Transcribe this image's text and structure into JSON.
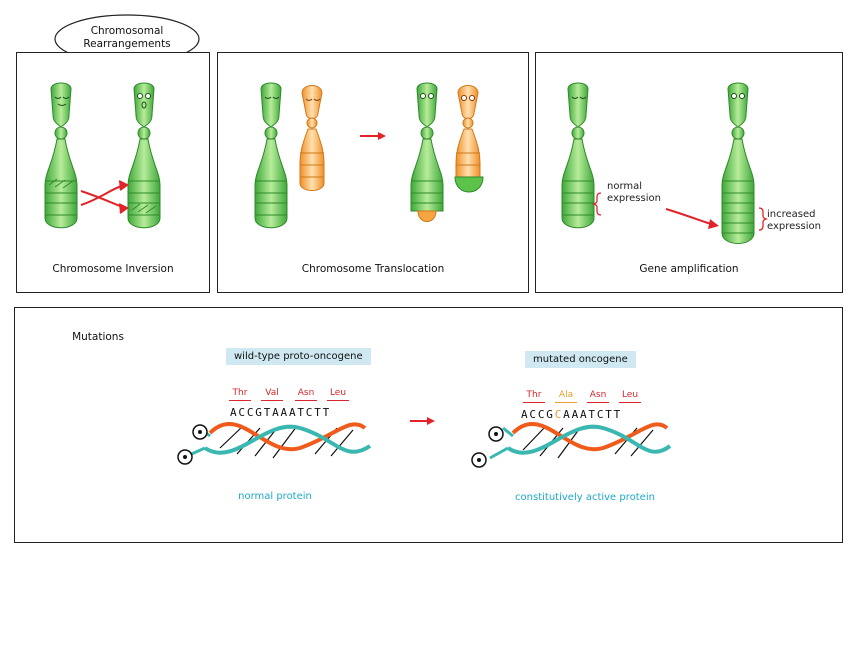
{
  "bubbles": {
    "rearrangements": "Chromosomal\nRearrangements",
    "mutations": "Mutations"
  },
  "panels": {
    "inversion": {
      "caption": "Chromosome Inversion"
    },
    "translocation": {
      "caption": "Chromosome Translocation"
    },
    "amplification": {
      "caption": "Gene amplification",
      "normal_label": "normal\nexpression",
      "increased_label": "increased\nexpression"
    }
  },
  "mutations": {
    "wild_type": {
      "title": "wild-type proto-oncogene",
      "codons": [
        "Thr",
        "Val",
        "Asn",
        "Leu"
      ],
      "sequence": "ACCGTAAATCTT",
      "protein": "normal protein"
    },
    "mutated": {
      "title": "mutated oncogene",
      "codons": [
        "Thr",
        "Ala",
        "Asn",
        "Leu"
      ],
      "sequence_before": "ACCG",
      "sequence_mut": "C",
      "sequence_after": "AAATCTT",
      "protein": "constitutively active protein"
    }
  },
  "colors": {
    "chromosome_green": "#5cc24a",
    "chromosome_orange": "#f5a640",
    "arrow_red": "#e0242a",
    "dna_orange": "#f05a1a",
    "dna_teal": "#3ab7b0",
    "protein_blue": "#1ea8c8",
    "mutation_orange": "#e8a030"
  }
}
